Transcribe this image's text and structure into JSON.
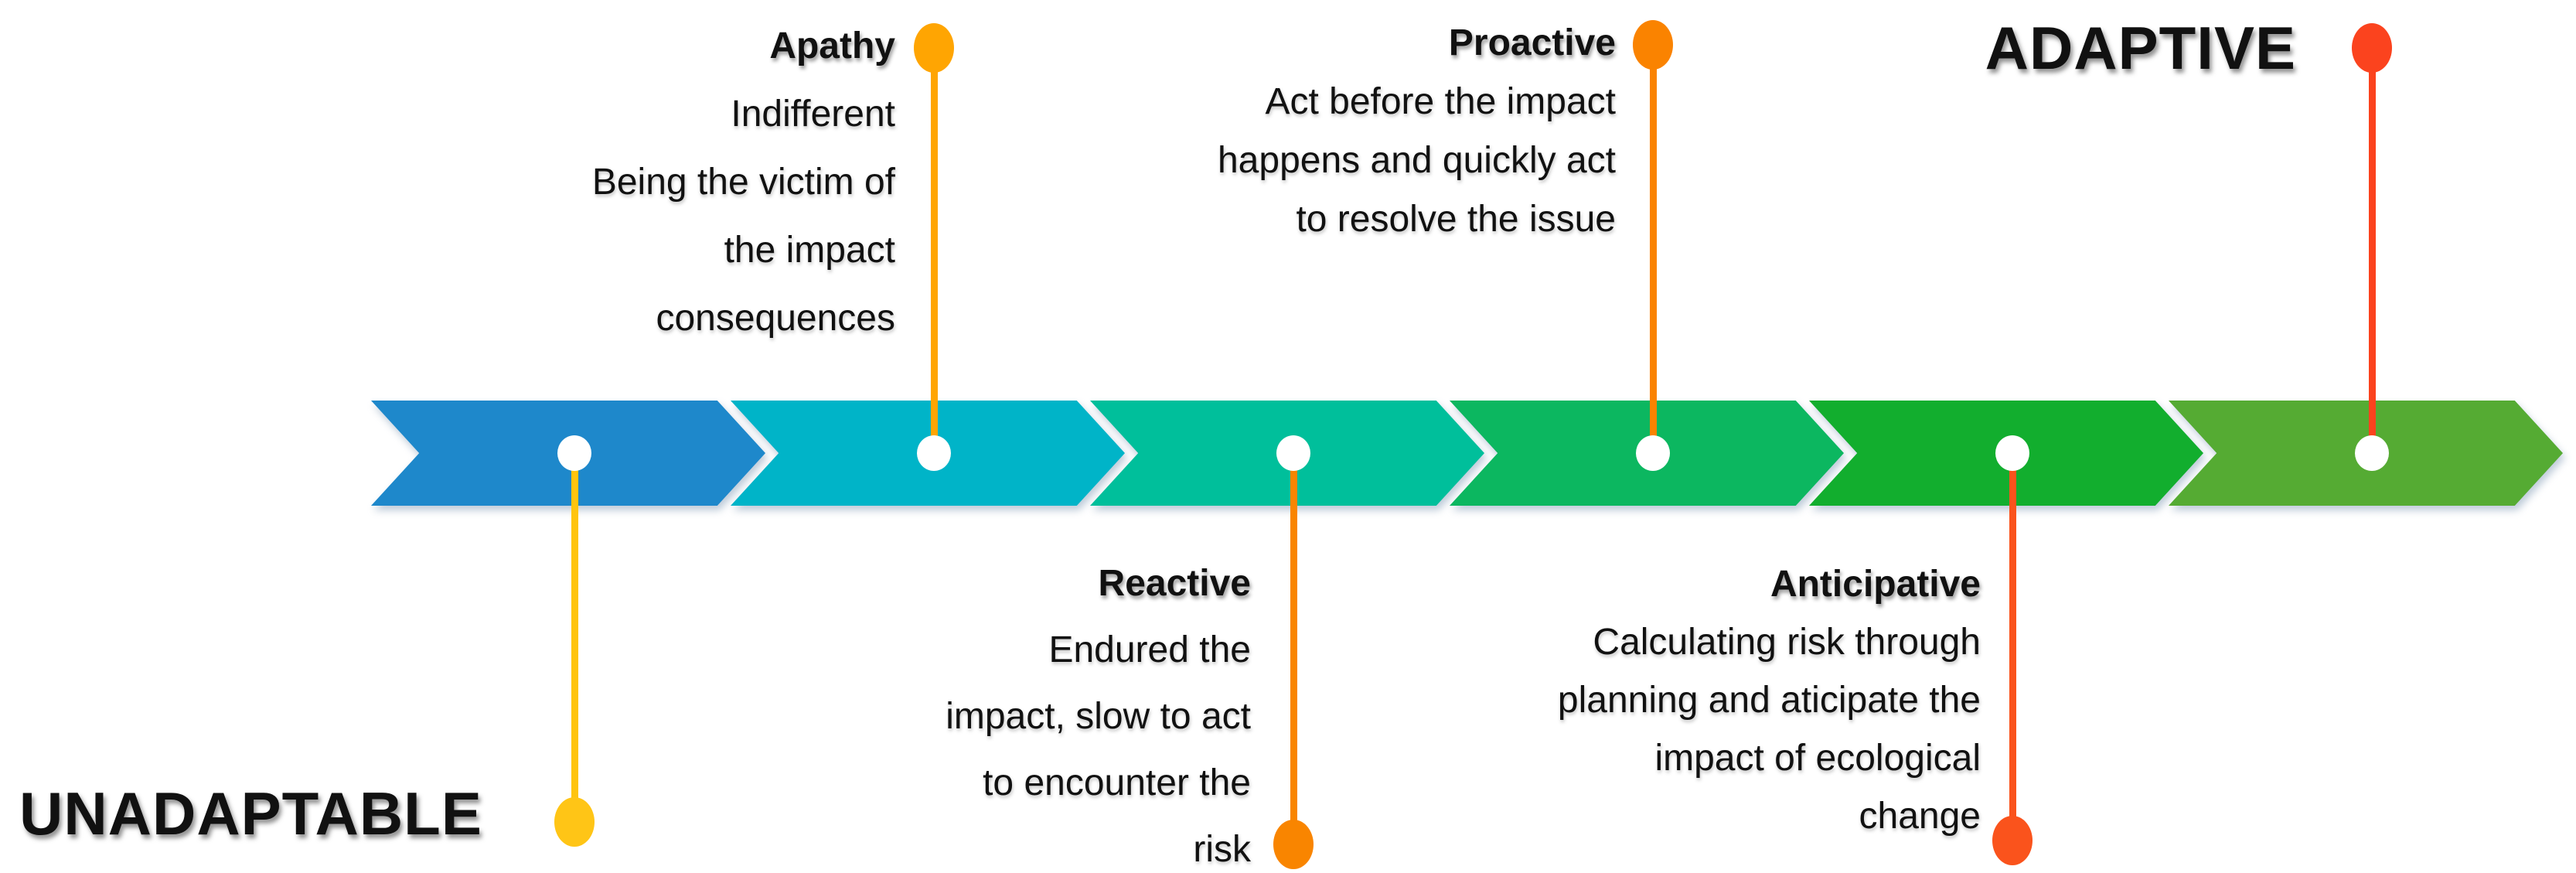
{
  "diagram": {
    "description": "Adaptability timeline from UNADAPTABLE to ADAPTIVE",
    "milestone_dot_color": "#FFFFFF"
  },
  "timeline": {
    "segments": [
      {
        "name": "stage-1",
        "color": "#1E88CB"
      },
      {
        "name": "stage-2",
        "color": "#00B4C8"
      },
      {
        "name": "stage-3",
        "color": "#00BF9B"
      },
      {
        "name": "stage-4",
        "color": "#0CB760"
      },
      {
        "name": "stage-5",
        "color": "#12AE2E"
      },
      {
        "name": "stage-6",
        "color": "#55AB33"
      }
    ]
  },
  "callouts": [
    {
      "id": "unadaptable",
      "title": "UNADAPTABLE",
      "lines": [],
      "position": "bottom",
      "style": "major",
      "marker_color": "#FFC516",
      "line_color": "#FFC40E"
    },
    {
      "id": "apathy",
      "title": "Apathy",
      "lines": [
        "Indifferent",
        "Being the victim of",
        "the impact",
        "consequences"
      ],
      "position": "top",
      "style": "normal",
      "marker_color": "#FFA502",
      "line_color": "#FFA502"
    },
    {
      "id": "reactive",
      "title": "Reactive",
      "lines": [
        "Endured the",
        "impact, slow to act",
        "to encounter the",
        "risk"
      ],
      "position": "bottom",
      "style": "normal",
      "marker_color": "#F98500",
      "line_color": "#F98500"
    },
    {
      "id": "proactive",
      "title": "Proactive",
      "lines": [
        "Act before the impact",
        "happens and quickly act",
        "to resolve the issue"
      ],
      "position": "top",
      "style": "normal",
      "marker_color": "#FA8300",
      "line_color": "#FA8300"
    },
    {
      "id": "anticipative",
      "title": "Anticipative",
      "lines": [
        "Calculating risk through",
        "planning and aticipate the",
        "impact of ecological",
        "change"
      ],
      "position": "bottom",
      "style": "normal",
      "marker_color": "#FA531C",
      "line_color": "#FA531C"
    },
    {
      "id": "adaptive",
      "title": "ADAPTIVE",
      "lines": [],
      "position": "top",
      "style": "major",
      "marker_color": "#FB431E",
      "line_color": "#FB431E"
    }
  ]
}
